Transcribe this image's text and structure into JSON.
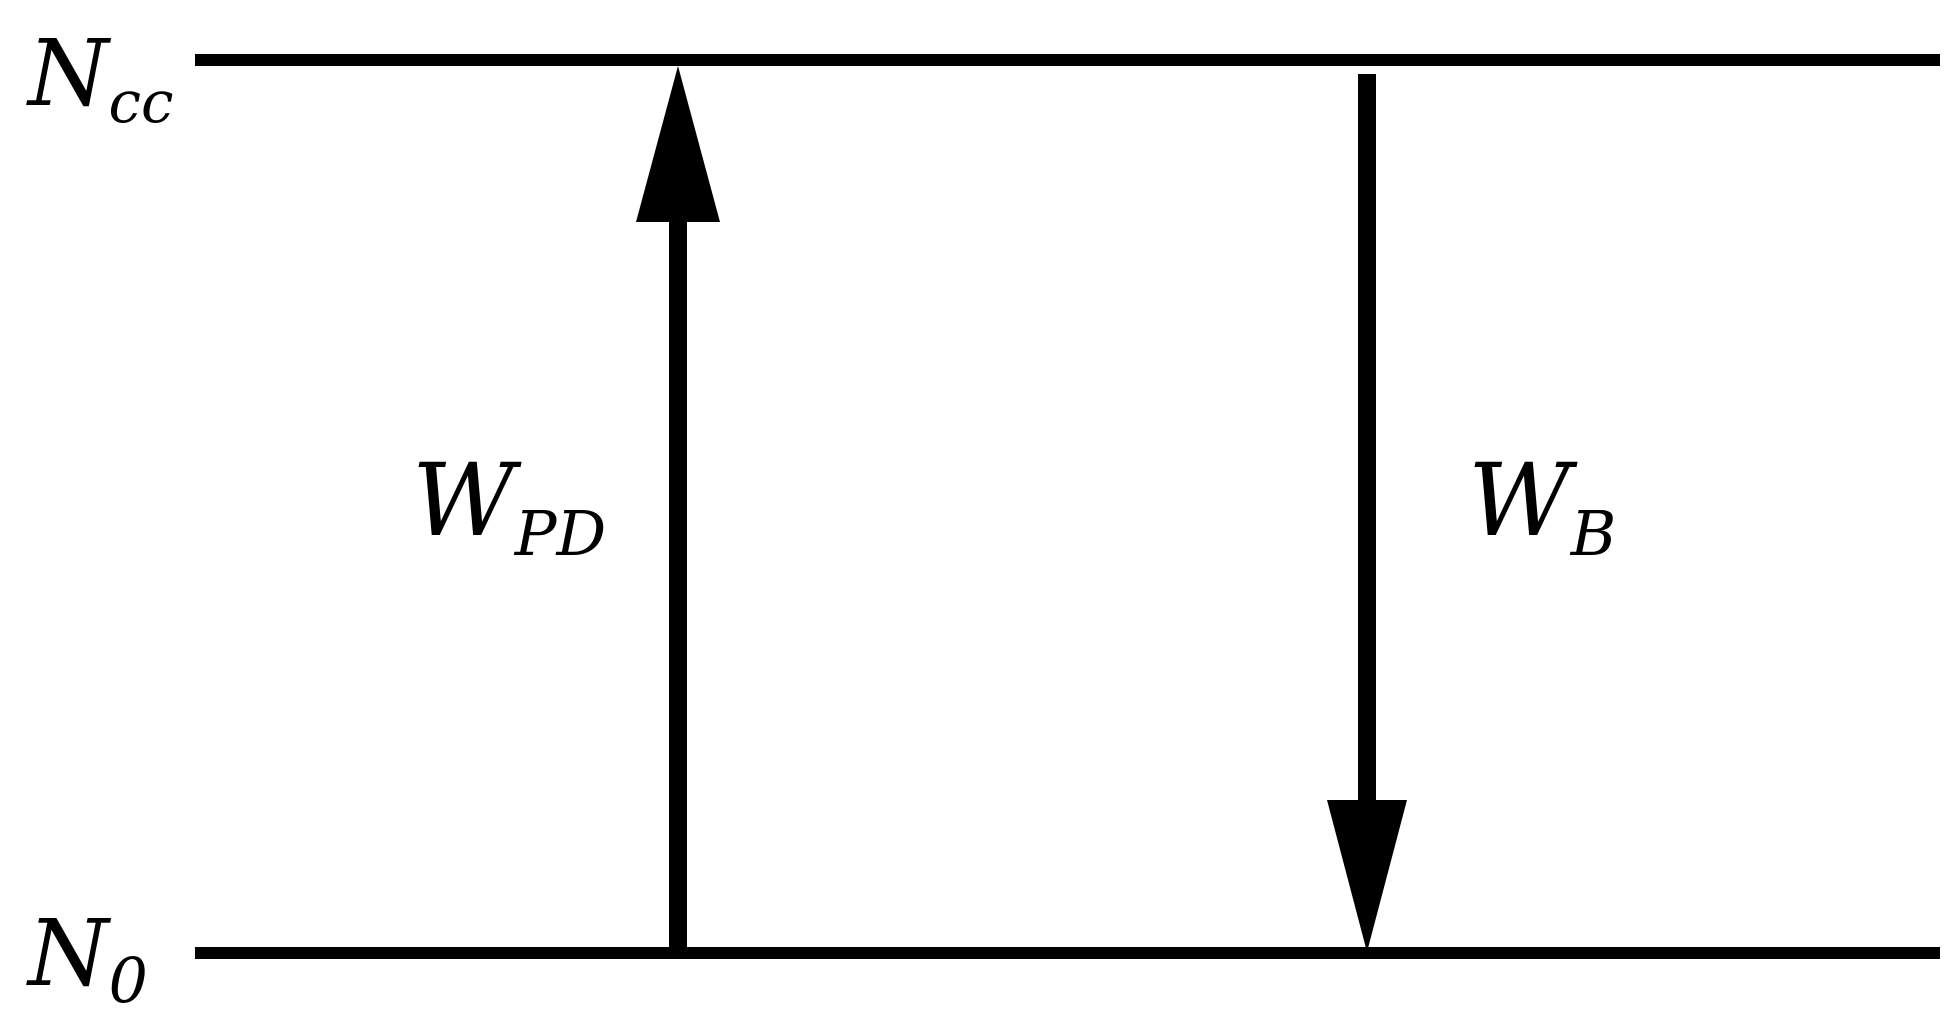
{
  "diagram": {
    "levels": {
      "upper": {
        "symbol": "N",
        "subscript": "cc"
      },
      "lower": {
        "symbol": "N",
        "subscript": "0"
      }
    },
    "transitions": {
      "pumping": {
        "symbol": "W",
        "subscript": "PD",
        "direction": "up"
      },
      "decay": {
        "symbol": "W",
        "subscript": "B",
        "direction": "down"
      }
    },
    "colors": {
      "line": "#000000",
      "background": "#ffffff"
    }
  }
}
